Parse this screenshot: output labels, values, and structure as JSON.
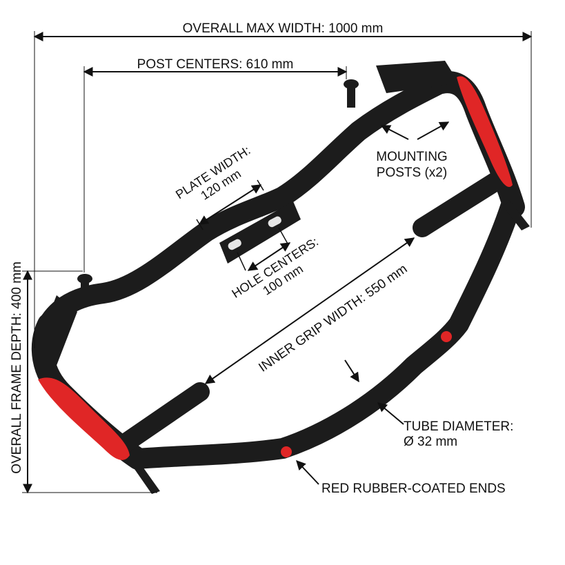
{
  "labels": {
    "overall_width": "OVERALL MAX WIDTH: 1000 mm",
    "post_centers": "POST CENTERS: 610 mm",
    "plate_width_line1": "PLATE WIDTH:",
    "plate_width_line2": "120 mm",
    "hole_centers_line1": "HOLE CENTERS:",
    "hole_centers_line2": "100 mm",
    "mounting_posts_line1": "MOUNTING",
    "mounting_posts_line2": "POSTS (x2)",
    "inner_grip_width": "INNER GRIP WIDTH: 550 mm",
    "frame_depth": "OVERALL FRAME DEPTH: 400 mm",
    "tube_diameter_line1": "TUBE DIAMETER:",
    "tube_diameter_line2": "Ø 32 mm",
    "red_ends": "RED RUBBER-COATED ENDS"
  },
  "colors": {
    "frame": "#1c1c1c",
    "frame_highlight": "#3a3a3a",
    "rubber": "#e02626",
    "annotation": "#111111",
    "background": "#ffffff"
  }
}
